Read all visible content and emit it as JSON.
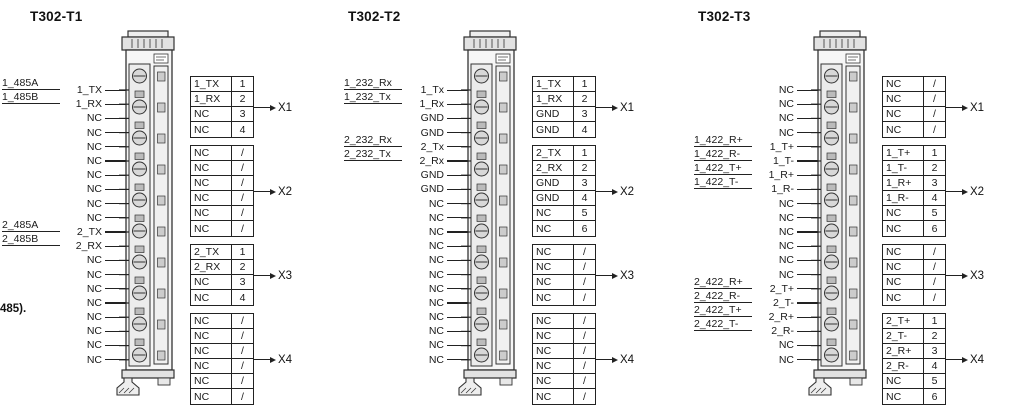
{
  "cut_off_text": "485).",
  "modules": [
    {
      "title": "T302-T1",
      "left_pins": [
        {
          "outer": "1_485A",
          "label": "1_TX"
        },
        {
          "outer": "1_485B",
          "label": "1_RX"
        },
        {
          "label": "NC"
        },
        {
          "label": "NC"
        },
        {
          "label": "NC"
        },
        {
          "label": "NC"
        },
        {
          "label": "NC"
        },
        {
          "label": "NC"
        },
        {
          "label": "NC"
        },
        {
          "label": "NC"
        },
        {
          "outer": "2_485A",
          "label": "2_TX"
        },
        {
          "outer": "2_485B",
          "label": "2_RX"
        },
        {
          "label": "NC"
        },
        {
          "label": "NC"
        },
        {
          "label": "NC"
        },
        {
          "label": "NC"
        },
        {
          "label": "NC"
        },
        {
          "label": "NC"
        },
        {
          "label": "NC"
        },
        {
          "label": "NC"
        }
      ],
      "tables": [
        {
          "x_label": "X1",
          "rows": [
            [
              "1_TX",
              "1"
            ],
            [
              "1_RX",
              "2"
            ],
            [
              "NC",
              "3"
            ],
            [
              "NC",
              "4"
            ]
          ]
        },
        {
          "x_label": "X2",
          "rows": [
            [
              "NC",
              "/"
            ],
            [
              "NC",
              "/"
            ],
            [
              "NC",
              "/"
            ],
            [
              "NC",
              "/"
            ],
            [
              "NC",
              "/"
            ],
            [
              "NC",
              "/"
            ]
          ]
        },
        {
          "x_label": "X3",
          "rows": [
            [
              "2_TX",
              "1"
            ],
            [
              "2_RX",
              "2"
            ],
            [
              "NC",
              "3"
            ],
            [
              "NC",
              "4"
            ]
          ]
        },
        {
          "x_label": "X4",
          "rows": [
            [
              "NC",
              "/"
            ],
            [
              "NC",
              "/"
            ],
            [
              "NC",
              "/"
            ],
            [
              "NC",
              "/"
            ],
            [
              "NC",
              "/"
            ],
            [
              "NC",
              "/"
            ]
          ]
        }
      ]
    },
    {
      "title": "T302-T2",
      "left_pins": [
        {
          "outer": "1_232_Rx",
          "label": "1_Tx"
        },
        {
          "outer": "1_232_Tx",
          "label": "1_Rx"
        },
        {
          "label": "GND"
        },
        {
          "label": "GND"
        },
        {
          "outer": "2_232_Rx",
          "label": "2_Tx"
        },
        {
          "outer": "2_232_Tx",
          "label": "2_Rx"
        },
        {
          "label": "GND"
        },
        {
          "label": "GND"
        },
        {
          "label": "NC"
        },
        {
          "label": "NC"
        },
        {
          "label": "NC"
        },
        {
          "label": "NC"
        },
        {
          "label": "NC"
        },
        {
          "label": "NC"
        },
        {
          "label": "NC"
        },
        {
          "label": "NC"
        },
        {
          "label": "NC"
        },
        {
          "label": "NC"
        },
        {
          "label": "NC"
        },
        {
          "label": "NC"
        }
      ],
      "tables": [
        {
          "x_label": "X1",
          "rows": [
            [
              "1_TX",
              "1"
            ],
            [
              "1_RX",
              "2"
            ],
            [
              "GND",
              "3"
            ],
            [
              "GND",
              "4"
            ]
          ]
        },
        {
          "x_label": "X2",
          "rows": [
            [
              "2_TX",
              "1"
            ],
            [
              "2_RX",
              "2"
            ],
            [
              "GND",
              "3"
            ],
            [
              "GND",
              "4"
            ],
            [
              "NC",
              "5"
            ],
            [
              "NC",
              "6"
            ]
          ]
        },
        {
          "x_label": "X3",
          "rows": [
            [
              "NC",
              "/"
            ],
            [
              "NC",
              "/"
            ],
            [
              "NC",
              "/"
            ],
            [
              "NC",
              "/"
            ]
          ]
        },
        {
          "x_label": "X4",
          "rows": [
            [
              "NC",
              "/"
            ],
            [
              "NC",
              "/"
            ],
            [
              "NC",
              "/"
            ],
            [
              "NC",
              "/"
            ],
            [
              "NC",
              "/"
            ],
            [
              "NC",
              "/"
            ]
          ]
        }
      ]
    },
    {
      "title": "T302-T3",
      "left_pins": [
        {
          "label": "NC"
        },
        {
          "label": "NC"
        },
        {
          "label": "NC"
        },
        {
          "label": "NC"
        },
        {
          "outer": "1_422_R+",
          "label": "1_T+"
        },
        {
          "outer": "1_422_R-",
          "label": "1_T-"
        },
        {
          "outer": "1_422_T+",
          "label": "1_R+"
        },
        {
          "outer": "1_422_T-",
          "label": "1_R-"
        },
        {
          "label": "NC"
        },
        {
          "label": "NC"
        },
        {
          "label": "NC"
        },
        {
          "label": "NC"
        },
        {
          "label": "NC"
        },
        {
          "label": "NC"
        },
        {
          "outer": "2_422_R+",
          "label": "2_T+"
        },
        {
          "outer": "2_422_R-",
          "label": "2_T-"
        },
        {
          "outer": "2_422_T+",
          "label": "2_R+"
        },
        {
          "outer": "2_422_T-",
          "label": "2_R-"
        },
        {
          "label": "NC"
        },
        {
          "label": "NC"
        }
      ],
      "tables": [
        {
          "x_label": "X1",
          "rows": [
            [
              "NC",
              "/"
            ],
            [
              "NC",
              "/"
            ],
            [
              "NC",
              "/"
            ],
            [
              "NC",
              "/"
            ]
          ]
        },
        {
          "x_label": "X2",
          "rows": [
            [
              "1_T+",
              "1"
            ],
            [
              "1_T-",
              "2"
            ],
            [
              "1_R+",
              "3"
            ],
            [
              "1_R-",
              "4"
            ],
            [
              "NC",
              "5"
            ],
            [
              "NC",
              "6"
            ]
          ]
        },
        {
          "x_label": "X3",
          "rows": [
            [
              "NC",
              "/"
            ],
            [
              "NC",
              "/"
            ],
            [
              "NC",
              "/"
            ],
            [
              "NC",
              "/"
            ]
          ]
        },
        {
          "x_label": "X4",
          "rows": [
            [
              "2_T+",
              "1"
            ],
            [
              "2_T-",
              "2"
            ],
            [
              "2_R+",
              "3"
            ],
            [
              "2_R-",
              "4"
            ],
            [
              "NC",
              "5"
            ],
            [
              "NC",
              "6"
            ]
          ]
        }
      ]
    }
  ]
}
